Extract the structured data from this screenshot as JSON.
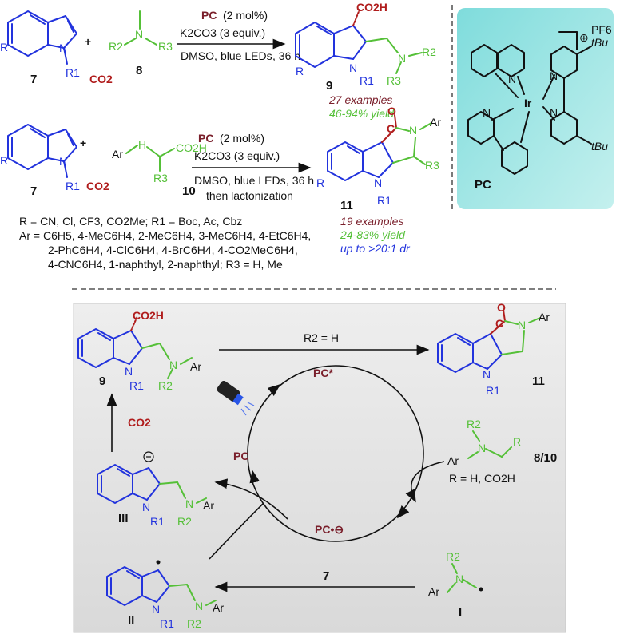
{
  "reaction1": {
    "label_7": "7",
    "label_8": "8",
    "label_9": "9",
    "co2": "CO2",
    "plus": "+",
    "cond_pc": "PC",
    "cond_pc_load": "(2 mol%)",
    "cond_base": "K2CO3 (3 equiv.)",
    "cond_solvent": "DMSO,",
    "cond_light": "blue LEDs",
    "cond_time": ", 36 h",
    "examples": "27 examples",
    "yield": "46-94% yield",
    "r": "R",
    "r1": "R1",
    "r2": "R2",
    "r3": "R3",
    "n": "N",
    "co2h": "CO2H"
  },
  "reaction2": {
    "label_7": "7",
    "label_10": "10",
    "label_11": "11",
    "co2": "CO2",
    "plus": "+",
    "cond_pc": "PC",
    "cond_pc_load": "(2 mol%)",
    "cond_base": "K2CO3 (3 equiv.)",
    "cond_solvent": "DMSO,",
    "cond_light": "blue LEDs",
    "cond_time": ", 36 h",
    "cond_then": "then lactonization",
    "examples": "19 examples",
    "yield": "24-83% yield",
    "dr": "up to >20:1 dr",
    "ar": "Ar",
    "h": "H",
    "co2h": "CO2H",
    "o": "O"
  },
  "substituents": {
    "line1": "R = CN, Cl, CF3, CO2Me;     R1 = Boc, Ac, Cbz",
    "line2": "Ar = C6H5, 4-MeC6H4, 2-MeC6H4, 3-MeC6H4,  4-EtC6H4,",
    "line3": "2-PhC6H4, 4-ClC6H4, 4-BrC6H4, 4-CO2MeC6H4,",
    "line4": "4-CNC6H4, 1-naphthyl, 2-naphthyl;        R3 = H, Me"
  },
  "catalyst": {
    "label": "PC",
    "counterion": "PF6",
    "charge": "⊕",
    "ir": "Ir",
    "n": "N",
    "tbu": "tBu"
  },
  "mechanism": {
    "r2_eq_h": "R2 = H",
    "pc_star": "PC*",
    "pc": "PC",
    "pc_radical_anion": "PC•⊖",
    "co2": "CO2",
    "amine_label": "8/10",
    "amine_r": "R = H, CO2H",
    "label_7": "7",
    "label_9": "9",
    "label_11": "11",
    "label_III": "III",
    "label_II": "II",
    "label_I": "I"
  },
  "colors": {
    "indole_blue": "#2233dd",
    "amine_green": "#55c038",
    "co2_red": "#b01c1c",
    "panel_teal": "#8fe2e0",
    "mechanism_bg": "#e7e7e7"
  }
}
